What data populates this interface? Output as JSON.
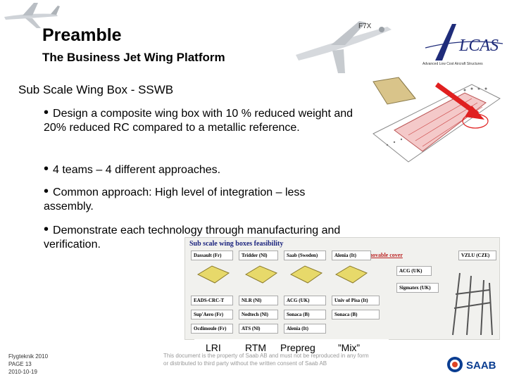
{
  "header": {
    "title": "Preamble",
    "subtitle": "The Business Jet Wing Platform",
    "model": "F7X",
    "logo_text": "LCAS",
    "logo_tagline": "Advanced Low Cost Aircraft Structures"
  },
  "section": "Sub Scale Wing Box - SSWB",
  "bullets": [
    "Design a composite wing box with 10 % reduced weight and 20% reduced RC compared to a metallic reference.",
    "4 teams – 4 different approaches.",
    "Common approach: High level of integration – less assembly.",
    "Demonstrate each technology through manufacturing and verification."
  ],
  "feasibility": {
    "title": "Sub scale wing boxes feasibility",
    "removable_cover": "Removable cover",
    "row1": [
      "Dassault (Fr)",
      "Tridder (Nl)",
      "Saab (Sweden)",
      "Alenia (It)"
    ],
    "row2": [
      "EADS-CRC-T",
      "NLR (Nl)",
      "ACG (UK)",
      "Univ of Pisa (It)"
    ],
    "row3": [
      "Sup'Aero (Fr)",
      "Nedtech (Nl)",
      "Sonaca (B)",
      "Sonaca (B)"
    ],
    "row4": [
      "Ocdimoule (Fr)",
      "ATS (Nl)",
      "Alenia (It)"
    ],
    "right": [
      "VZLU (CZE)",
      "ACG (UK)",
      "Sigmatex (UK)"
    ]
  },
  "technologies": [
    "LRI",
    "RTM",
    "Prepreg",
    "”Mix”"
  ],
  "footer": {
    "event": "Flygteknik 2010",
    "page": "PAGE 13",
    "date": "2010-10-19",
    "confidential": "This document is the property of Saab AB and must not be reproduced in any form or distributed to third party without the written consent of Saab AB"
  },
  "colors": {
    "accent_blue": "#1f2c7a",
    "arrow_red": "#e02020",
    "saab_blue": "#0a3d91"
  }
}
